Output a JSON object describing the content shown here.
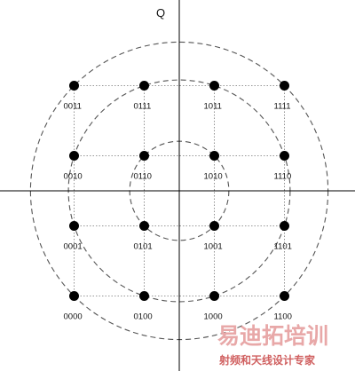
{
  "chart_data": {
    "type": "scatter",
    "title": "",
    "axis_labels": {
      "q": "Q"
    },
    "points": [
      {
        "i": -3,
        "q": 3,
        "label": "0011"
      },
      {
        "i": -1,
        "q": 3,
        "label": "0111"
      },
      {
        "i": 1,
        "q": 3,
        "label": "1011"
      },
      {
        "i": 3,
        "q": 3,
        "label": "1111"
      },
      {
        "i": -3,
        "q": 1,
        "label": "0010"
      },
      {
        "i": -1,
        "q": 1,
        "label": "0110"
      },
      {
        "i": 1,
        "q": 1,
        "label": "1010"
      },
      {
        "i": 3,
        "q": 1,
        "label": "1110"
      },
      {
        "i": -3,
        "q": -1,
        "label": "0001"
      },
      {
        "i": -1,
        "q": -1,
        "label": "0101"
      },
      {
        "i": 1,
        "q": -1,
        "label": "1001"
      },
      {
        "i": 3,
        "q": -1,
        "label": "1101"
      },
      {
        "i": -3,
        "q": -3,
        "label": "0000"
      },
      {
        "i": -1,
        "q": -3,
        "label": "0100"
      },
      {
        "i": 1,
        "q": -3,
        "label": "1000"
      },
      {
        "i": 3,
        "q": -3,
        "label": "1100"
      }
    ],
    "circles": [
      {
        "radius": 1.414
      },
      {
        "radius": 3.162
      },
      {
        "radius": 4.243
      }
    ],
    "grid": "dotted"
  },
  "watermark": {
    "main": "易迪拓培训",
    "sub": "射频和天线设计专家"
  }
}
